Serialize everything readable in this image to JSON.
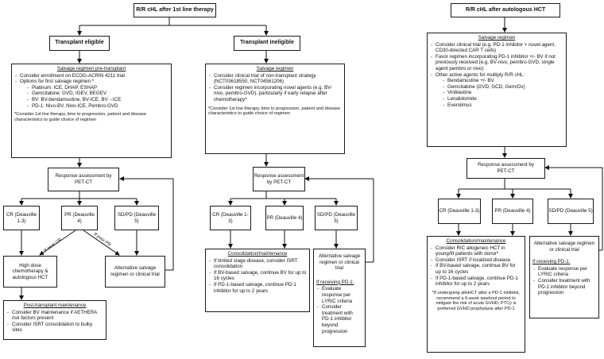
{
  "col1": {
    "header": "R/R cHL after 1st line therapy",
    "eligible": "Transplant eligible",
    "ineligible": "Transplant ineligible",
    "salvage": {
      "title": "Salvage regimen pre-transplant",
      "items": [
        "Consider enrollment on ECOG-ACRIN 4211 trial",
        "Options for first salvage regimen:*"
      ],
      "sub": [
        "Platinum: ICE, DHAP, ESHAP",
        "Gemcitabine: GVD, IGEV, BEGEV",
        "BV: BV-bendamustine, BV-ICE, BV→ICE",
        "PD-1: Nivo-BV, Nivo-ICE, Pembro-GVD"
      ],
      "note": "*Consider 1st line therapy, time to progression, patient and disease characteristics to guide choice of regimen"
    },
    "response": "Response assessment by PET-CT",
    "cr": "CR (Deauville 1-3)",
    "pr": "PR (Deauville 4)",
    "sdpd": "SD/PD (Deauville 5)",
    "if_near_cr": "If near CR",
    "if_poor_pr": "If poor PR",
    "hdc": "High dose chemotherapy & autologous HCT",
    "alt": "Alternative salvage regimen or clinical trial",
    "post": {
      "title": "Post-transplant maintenance",
      "items": [
        "Consider BV maintenance if AETHERA risk factors present",
        "Consider ISRT consolidation to bulky sites"
      ]
    }
  },
  "col2": {
    "salvage": {
      "title": "Salvage regimen",
      "items": [
        "Consider clinical trial of non-transplant strategy (NCT03618550, NCT04561206)",
        "Consider regimen incorporating novel agents (e.g. BV-nivo, pembro-GVD), particularly if early relapse after chemotherapy*"
      ],
      "note": "*Consider 1st line therapy, time to progression, patient and disease characteristics to guide choice of regimen"
    },
    "response": "Response assessment by PET-CT",
    "cr": "CR (Deauville 1-3)",
    "pr": "PR (Deauville 4)",
    "sdpd": "SD/PD (Deauville 5)",
    "consol": {
      "title": "Consolidation/maintenance",
      "items": [
        "If limited stage disease, consider ISRT consolidation",
        "If BV-based salvage, continue BV for up to 16 cycles",
        "If PD-1-based salvage, continue PD-1 inhibitor for up to 2 years"
      ]
    },
    "alt": {
      "text": "Alternative salvage regimen or clinical trial",
      "sub_title": "If receiving PD-1:",
      "items": [
        "Evaluate response per LYRIC criteria",
        "Consider treatment with PD-1 inhibitor beyond progression"
      ]
    }
  },
  "col3": {
    "header": "R/R cHL after autologous HCT",
    "salvage": {
      "title": "Salvage regimen",
      "items": [
        "Consider clinical trial (e.g. PD-1 inhibitor + novel agent, CD30-directed CAR T cells)",
        "Favor regimen incorporating PD-1 inhibitor +/- BV if not previously received (e.g. BV-nivo, pembro-GVD, single agent pembro or nivo)",
        "Other active agents for multiply R/R cHL:"
      ],
      "sub": [
        "Bendamustine +/- BV",
        "Gemcitabine (GVD, GCD, Gem/Ox)",
        "Vinblastine",
        "Lenalidomide",
        "Everolimus"
      ]
    },
    "response": "Response assessment by PET-CT",
    "cr": "CR (Deauville 1-3)",
    "pr": "PR (Deauville 4)",
    "sdpd": "SD/PD (Deauville 5)",
    "consol": {
      "title": "Consolidation/maintenance",
      "items": [
        "Consider RIC allogeneic HCT in young/fit patients with donor*",
        "Consider ISRT if localized disease",
        "If BV-based salvage, continue BV for up to 16 cycles",
        "If PD-1-based salvage, continue PD-1 inhibitor for up to 2 years"
      ],
      "note": "*If undergoing alloHCT after a PD-1 inhibitor, recommend a 6-week washout period to mitigate the risk of acute GVHD; PTCy is preferred GVHD prophylaxis after PD-1"
    },
    "alt": {
      "text": "Alternative salvage regimen or clinical trial",
      "sub_title": "If receiving PD-1:",
      "items": [
        "Evaluate response per LYRIC criteria",
        "Consider treatment with PD-1 inhibitor beyond progression"
      ]
    }
  }
}
